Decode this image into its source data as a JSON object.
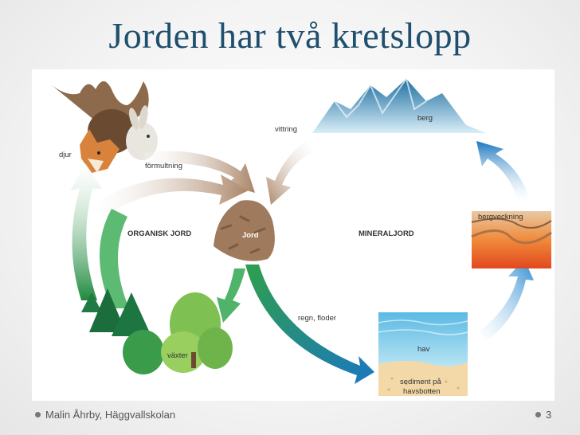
{
  "slide": {
    "title": "Jorden har två kretslopp",
    "footer": "Malin Åhrby, Häggvallskolan",
    "page_number": "3"
  },
  "diagram": {
    "labels": {
      "djur": "djur",
      "formultning": "förmultning",
      "vittring": "vittring",
      "berg": "berg",
      "organisk_jord": "ORGANISK JORD",
      "jord": "Jord",
      "mineraljord": "MINERALJORD",
      "bergveckning": "bergveckning",
      "regn_floder": "regn, floder",
      "hav": "hav",
      "sediment_line1": "sediment på",
      "sediment_line2": "havsbotten",
      "vaxter": "växter"
    },
    "colors": {
      "title": "#1f4f6e",
      "brown_arrow": "#b08b70",
      "green_arrow": "#2e9a48",
      "blue_arrow": "#1f7fc4",
      "sea": "#8fd0ec",
      "mountain": "#3c9ecf"
    }
  }
}
